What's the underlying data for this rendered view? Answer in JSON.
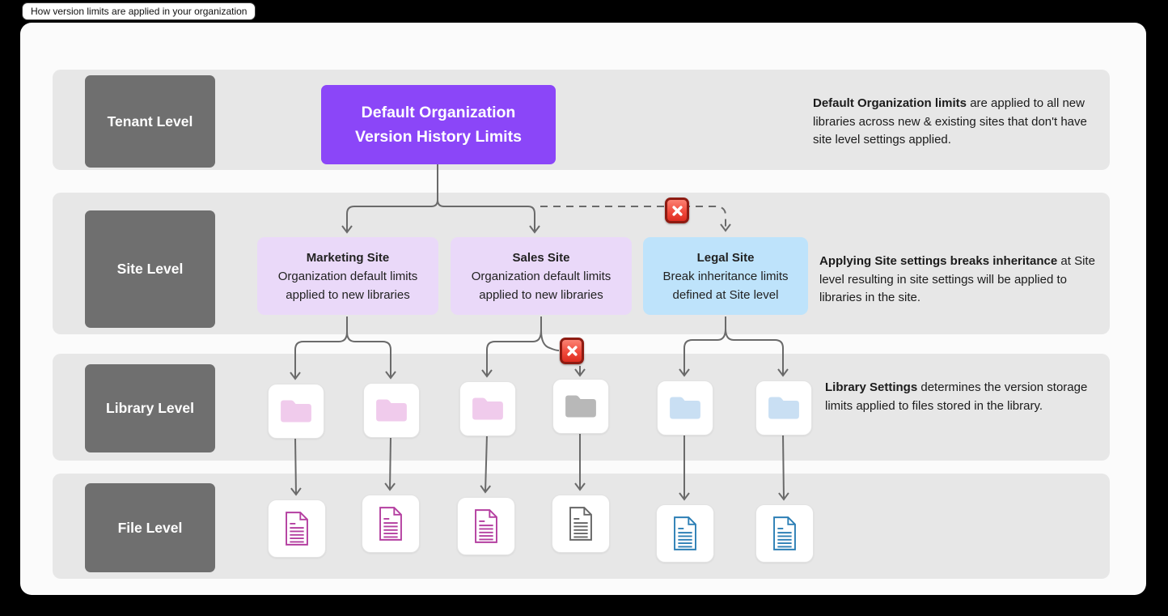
{
  "window": {
    "tab_title": "How version limits are applied in your organization"
  },
  "levels": {
    "tenant": {
      "label": "Tenant Level",
      "annotation_bold": "Default Organization limits",
      "annotation_text": " are applied to all new libraries across new & existing sites that don't have site level settings applied."
    },
    "site": {
      "label": "Site Level",
      "annotation_bold": "Applying Site settings breaks inheritance",
      "annotation_text": " at Site level resulting in site settings will be applied to libraries in the site."
    },
    "library": {
      "label": "Library Level",
      "annotation_bold": "Library Settings",
      "annotation_text": " determines the version storage limits applied to files stored in the library."
    },
    "file": {
      "label": "File Level"
    }
  },
  "tenant_node": {
    "title_line1": "Default Organization",
    "title_line2": "Version History Limits",
    "color": "#8B46F8"
  },
  "sites": [
    {
      "name": "Marketing Site",
      "description": "Organization default limits applied to new libraries",
      "color": "#EAD9F9"
    },
    {
      "name": "Sales Site",
      "description": "Organization default limits applied to new libraries",
      "color": "#EAD9F9"
    },
    {
      "name": "Legal Site",
      "description": "Break inheritance limits defined at Site level",
      "color": "#BEE3FB"
    }
  ],
  "libraries": [
    {
      "icon": "folder-icon",
      "color": "#F0CBEC"
    },
    {
      "icon": "folder-icon",
      "color": "#F0CBEC"
    },
    {
      "icon": "folder-icon",
      "color": "#F0CBEC"
    },
    {
      "icon": "folder-icon",
      "color": "#B8B8B8"
    },
    {
      "icon": "folder-icon",
      "color": "#C9DFF3"
    },
    {
      "icon": "folder-icon",
      "color": "#C9DFF3"
    }
  ],
  "files": [
    {
      "icon": "document-icon",
      "color": "#B43FA0"
    },
    {
      "icon": "document-icon",
      "color": "#B43FA0"
    },
    {
      "icon": "document-icon",
      "color": "#B43FA0"
    },
    {
      "icon": "document-icon",
      "color": "#666666"
    },
    {
      "icon": "document-icon",
      "color": "#2C7FB5"
    },
    {
      "icon": "document-icon",
      "color": "#2C7FB5"
    }
  ],
  "misc": {
    "arrow_color": "#6A6A6A",
    "band_color": "#E7E7E7",
    "level_box_color": "#6F6F6F",
    "break_icon_color": "#EF4337"
  }
}
